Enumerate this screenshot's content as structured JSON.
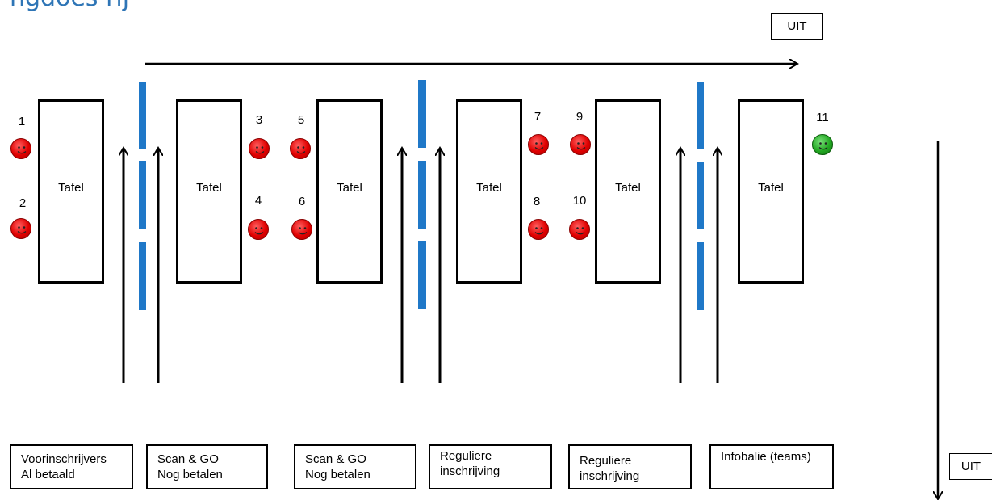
{
  "heading": "ngdoes rij",
  "table_label": "Tafel",
  "stations": [
    {
      "number": "1",
      "status": "red"
    },
    {
      "number": "2",
      "status": "red"
    },
    {
      "number": "3",
      "status": "red"
    },
    {
      "number": "4",
      "status": "red"
    },
    {
      "number": "5",
      "status": "red"
    },
    {
      "number": "6",
      "status": "red"
    },
    {
      "number": "7",
      "status": "red"
    },
    {
      "number": "8",
      "status": "red"
    },
    {
      "number": "9",
      "status": "red"
    },
    {
      "number": "10",
      "status": "red"
    },
    {
      "number": "11",
      "status": "green"
    }
  ],
  "lanes": [
    {
      "line1": "Voorinschrijvers",
      "line2": "Al betaald"
    },
    {
      "line1": "Scan & GO",
      "line2": "Nog betalen"
    },
    {
      "line1": "Scan & GO",
      "line2": "Nog betalen"
    },
    {
      "line1": "Reguliere",
      "line2": "inschrijving"
    },
    {
      "line1": "Reguliere",
      "line2": "inschrijving"
    },
    {
      "line1": "Infobalie (teams)",
      "line2": ""
    }
  ],
  "exit_top": "UIT",
  "exit_right": "UIT",
  "colors": {
    "barrier": "#1f78c8",
    "smiley_red": "#e00000",
    "smiley_green": "#22a822",
    "heading": "#2e75b6"
  }
}
